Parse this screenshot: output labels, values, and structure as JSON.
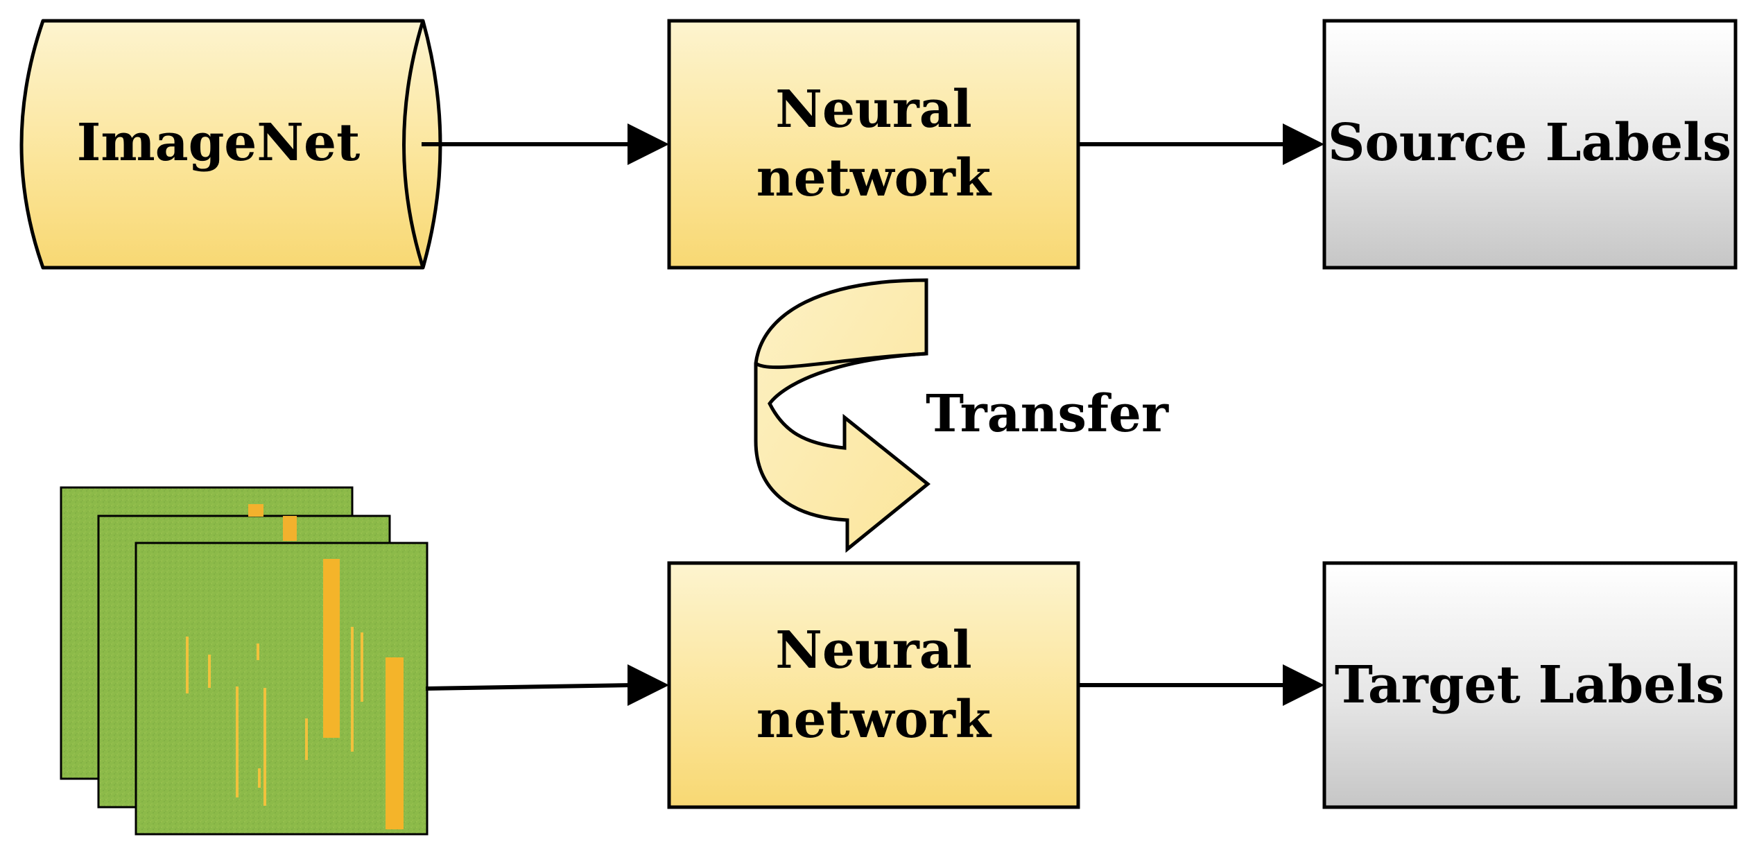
{
  "diagram": {
    "source_dataset": {
      "label": "ImageNet"
    },
    "source_network": {
      "line1": "Neural",
      "line2": "network"
    },
    "source_labels": {
      "label": "Source Labels"
    },
    "transfer": {
      "label": "Transfer"
    },
    "target_network": {
      "line1": "Neural",
      "line2": "network"
    },
    "target_labels": {
      "label": "Target Labels"
    }
  },
  "colors": {
    "box_fill_top": "#fdf3c8",
    "box_fill_bottom": "#f9dc7a",
    "label_fill_top": "#ffffff",
    "label_fill_bottom": "#c9c9c9",
    "tile_green": "#8ab84a",
    "tile_stripe": "#f2b52e",
    "stroke": "#000000"
  }
}
